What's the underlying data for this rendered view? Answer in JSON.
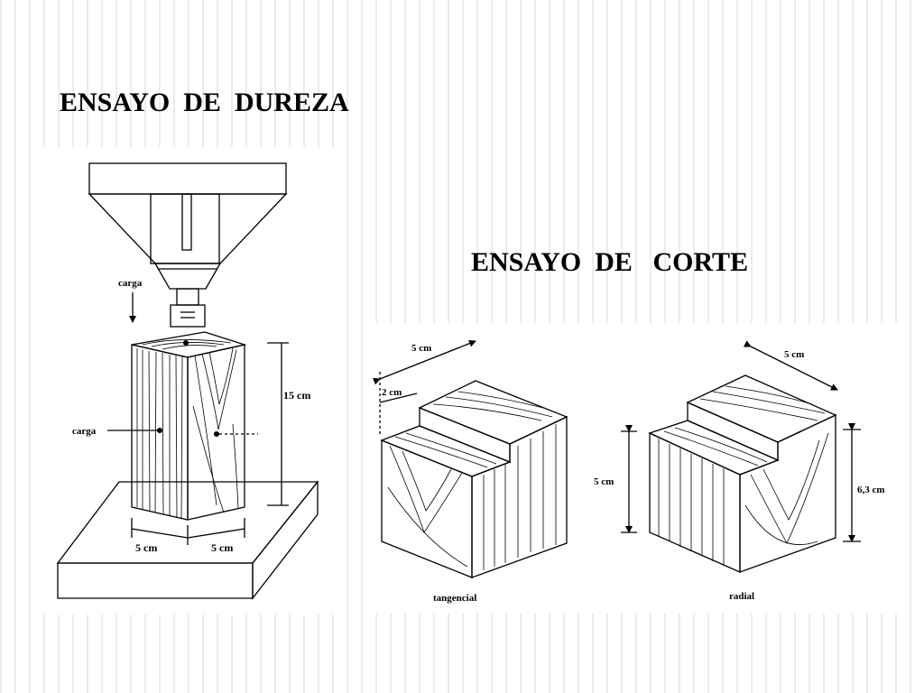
{
  "slide": {
    "hardness_title": "ENSAYO  DE  DUREZA",
    "shear_title": "ENSAYO  DE   CORTE"
  },
  "hardness_figure": {
    "load_label_top": "carga",
    "load_label_side": "carga",
    "height_label": "15 cm",
    "width_left_label": "5 cm",
    "width_right_label": "5 cm"
  },
  "shear_figure": {
    "tangential": {
      "top_width_label": "5 cm",
      "step_label": "2 cm",
      "height_label": "5 cm",
      "caption": "tangencial"
    },
    "radial": {
      "top_width_label": "5 cm",
      "height_label": "6,3 cm",
      "caption": "radial"
    }
  }
}
